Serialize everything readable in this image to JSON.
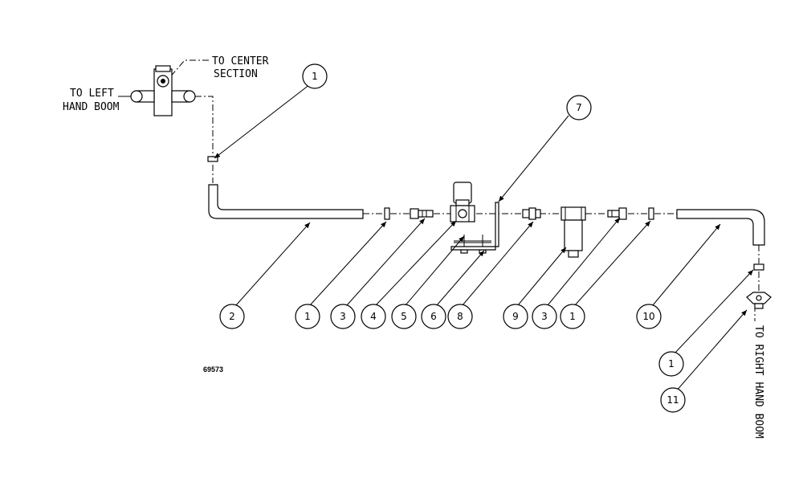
{
  "labels": {
    "to_center_line1": "TO CENTER",
    "to_center_line2": "SECTION",
    "to_left_line1": "TO LEFT",
    "to_left_line2": "HAND BOOM",
    "to_right": "TO RIGHT HAND BOOM"
  },
  "figure_number": "69573",
  "callouts": [
    "1",
    "2",
    "1",
    "3",
    "4",
    "5",
    "6",
    "8",
    "9",
    "3",
    "1",
    "10",
    "7",
    "1",
    "11"
  ]
}
